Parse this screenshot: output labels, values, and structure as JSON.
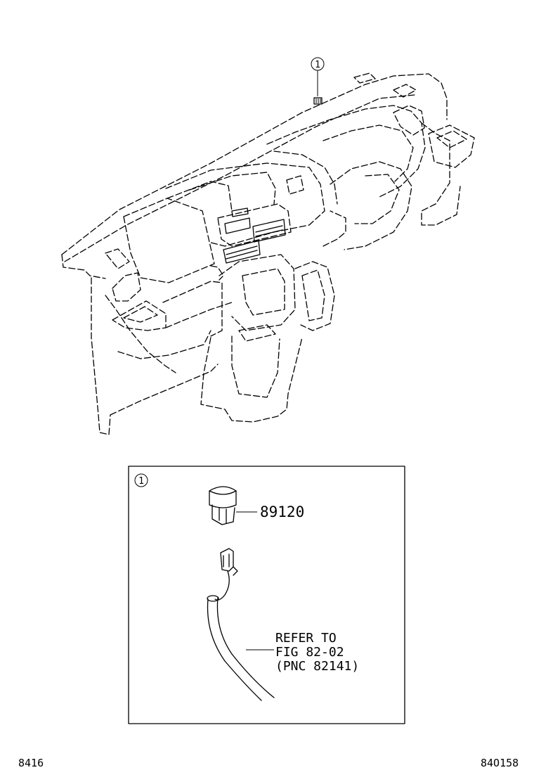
{
  "callout": {
    "number": "1"
  },
  "inset": {
    "callout_number": "1",
    "part_number": "89120",
    "refer_note": {
      "line1": "REFER TO",
      "line2": "FIG 82-02",
      "line3": "(PNC 82141)"
    }
  },
  "footer": {
    "left_code": "8416",
    "right_code": "84O158"
  },
  "icons": {
    "callout_marker": "circled-number-icon",
    "sensor_part": "sensor-icon",
    "wire_connector": "connector-icon"
  }
}
